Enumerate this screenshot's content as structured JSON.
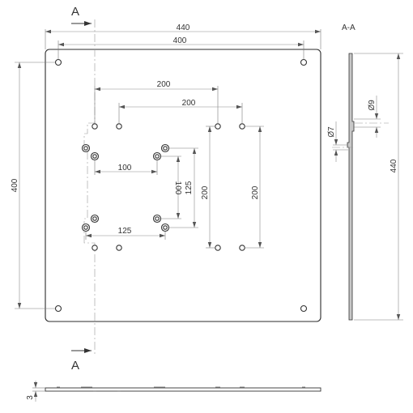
{
  "section_marker": "A",
  "section_title": "A-A",
  "dimensions": {
    "plate_width": "440",
    "hole_pitch_h": "400",
    "pattern_200_upper": "200",
    "pattern_200_lower": "200",
    "pattern_100_h": "100",
    "pattern_125_h": "125",
    "hole_pitch_v": "400",
    "pattern_100_v": "100",
    "pattern_125_v": "125",
    "pattern_200_v_left": "200",
    "pattern_200_v_right": "200",
    "hole_diameter_9": "Ø9",
    "hole_diameter_7": "Ø7",
    "plate_height": "440",
    "thickness": "3"
  }
}
